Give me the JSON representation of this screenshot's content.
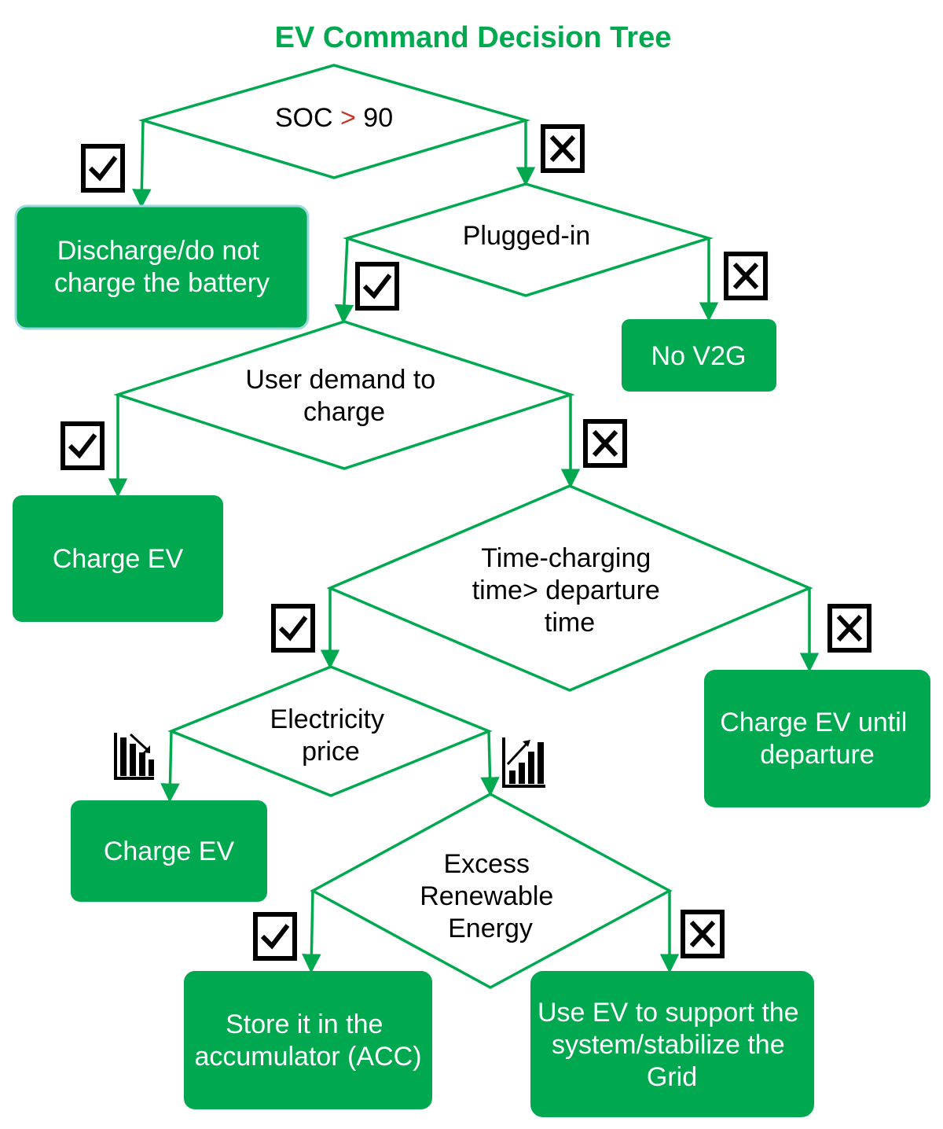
{
  "title": "EV Command Decision Tree",
  "colors": {
    "green": "#00A94F",
    "title": "#00A94F",
    "gt_sign": "#C0392B"
  },
  "decisions": {
    "soc": {
      "pre": "SOC ",
      "op": ">",
      "post": " 90"
    },
    "plugged": {
      "lines": [
        "Plugged-in"
      ]
    },
    "user_demand": {
      "lines": [
        "User demand to",
        "charge"
      ]
    },
    "time_charging": {
      "lines": [
        "Time-charging",
        "time> departure",
        "time"
      ]
    },
    "price": {
      "lines": [
        "Electricity",
        "price"
      ]
    },
    "renewable": {
      "lines": [
        "Excess",
        "Renewable",
        "Energy"
      ]
    }
  },
  "actions": {
    "discharge": {
      "lines": [
        "Discharge/do not",
        "charge the battery"
      ]
    },
    "no_v2g": {
      "lines": [
        "No V2G"
      ]
    },
    "charge_ev_1": {
      "lines": [
        "Charge EV"
      ]
    },
    "charge_until": {
      "lines": [
        "Charge EV until",
        "departure"
      ]
    },
    "charge_ev_2": {
      "lines": [
        "Charge EV"
      ]
    },
    "store_acc": {
      "lines": [
        "Store it in the",
        "accumulator (ACC)"
      ]
    },
    "support_grid": {
      "lines": [
        "Use EV to support the",
        "system/stabilize the",
        "Grid"
      ]
    }
  },
  "icons": {
    "yes": "check-box-icon",
    "no": "x-box-icon",
    "low_price": "bar-chart-decreasing-icon",
    "high_price": "bar-chart-increasing-icon"
  }
}
